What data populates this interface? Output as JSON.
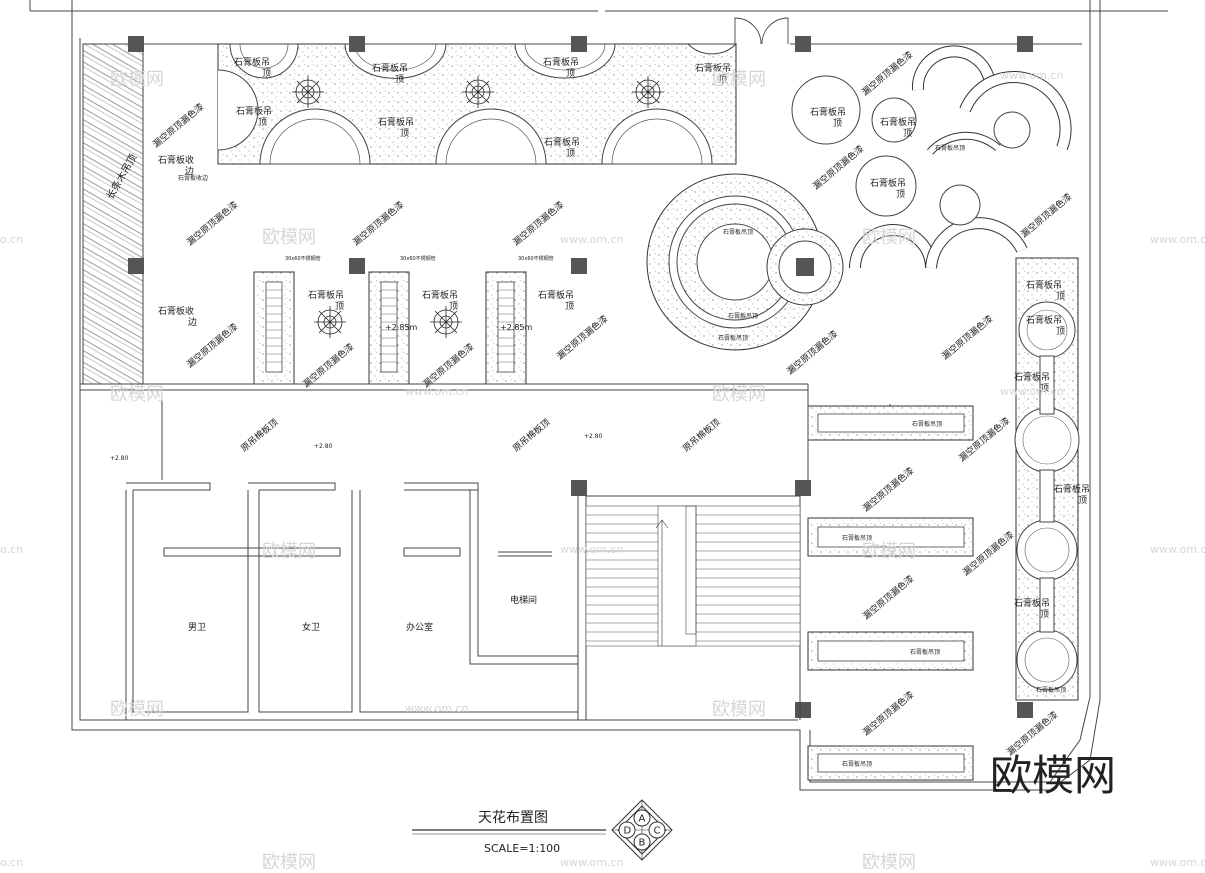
{
  "labels": {
    "gypsum_ceiling": "石膏板吊顶",
    "gypsum_top": "石膏板吊",
    "top_char": "顶",
    "recess_color": "漏空原顶漏色漆",
    "gypsum_edge": "石膏板收边",
    "gypsum_edge_a": "石膏板收",
    "gypsum_edge_b": "边",
    "mineral_ceiling": "原吊棉板顶",
    "wood_grille": "长条木吊顶",
    "small_note": "石膏板收边",
    "stair_note": "30x60不锈钢管",
    "elev_285": "+2.85m",
    "elev_280": "+2.80",
    "rooms": {
      "male_wc": "男卫",
      "female_wc": "女卫",
      "office": "办公室",
      "elevator": "电梯间"
    },
    "strip_label": "石膏板吊顶"
  },
  "title_block": {
    "title": "天花布置图",
    "scale": "SCALE=1:100",
    "compass": [
      "A",
      "B",
      "C",
      "D"
    ]
  },
  "watermark": {
    "brand": "欧模网",
    "site": "www.om.cn",
    "domain_suffix": "o.cn"
  }
}
